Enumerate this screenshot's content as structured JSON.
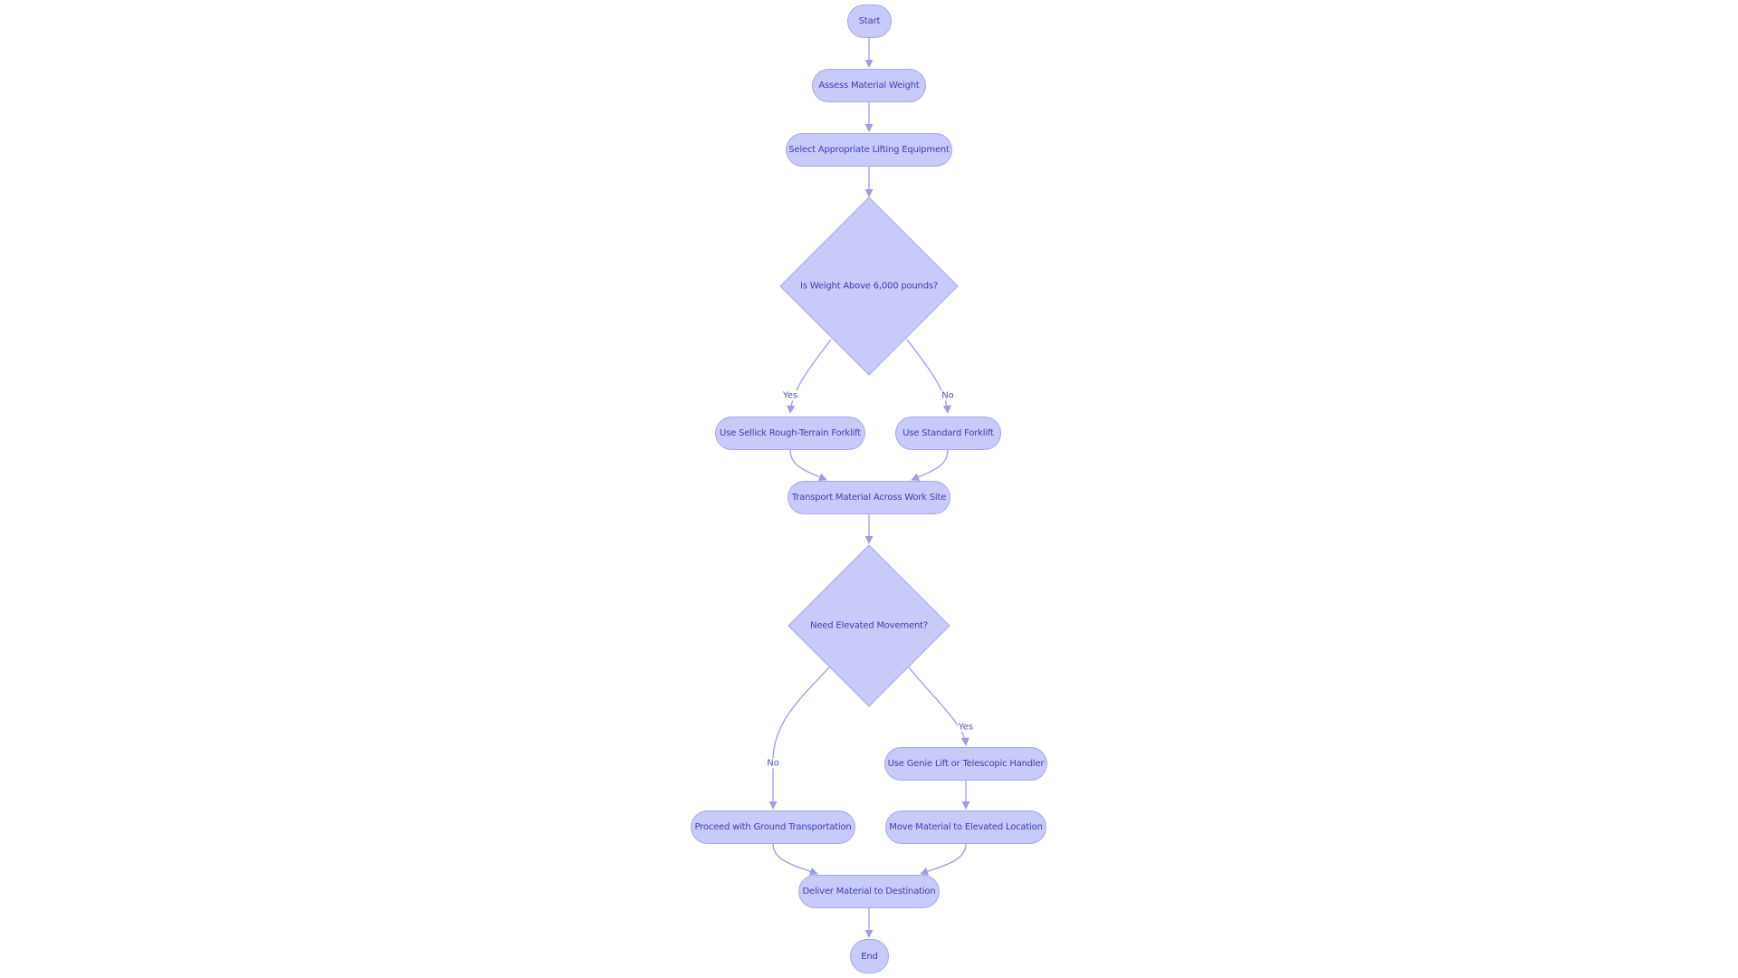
{
  "diagram": {
    "type": "flowchart",
    "colors": {
      "node_fill": "#c8caf9",
      "node_border": "#a4a8e8",
      "node_text": "#3b3fb0",
      "edge": "#9a9ee6",
      "background": "#ffffff"
    },
    "nodes": {
      "start": "Start",
      "assess": "Assess Material Weight",
      "select": "Select Appropriate Lifting Equipment",
      "weight_decision": "Is Weight Above 6,000 pounds?",
      "sellick": "Use Sellick Rough-Terrain Forklift",
      "standard": "Use Standard Forklift",
      "transport": "Transport Material Across Work Site",
      "elevated_decision": "Need Elevated Movement?",
      "genie": "Use Genie Lift or Telescopic Handler",
      "ground": "Proceed with Ground Transportation",
      "move_elevated": "Move Material to Elevated Location",
      "deliver": "Deliver Material to Destination",
      "end": "End"
    },
    "edge_labels": {
      "weight_yes": "Yes",
      "weight_no": "No",
      "elevated_yes": "Yes",
      "elevated_no": "No"
    },
    "edges": [
      {
        "from": "start",
        "to": "assess"
      },
      {
        "from": "assess",
        "to": "select"
      },
      {
        "from": "select",
        "to": "weight_decision"
      },
      {
        "from": "weight_decision",
        "to": "sellick",
        "label": "Yes"
      },
      {
        "from": "weight_decision",
        "to": "standard",
        "label": "No"
      },
      {
        "from": "sellick",
        "to": "transport"
      },
      {
        "from": "standard",
        "to": "transport"
      },
      {
        "from": "transport",
        "to": "elevated_decision"
      },
      {
        "from": "elevated_decision",
        "to": "genie",
        "label": "Yes"
      },
      {
        "from": "elevated_decision",
        "to": "ground",
        "label": "No"
      },
      {
        "from": "genie",
        "to": "move_elevated"
      },
      {
        "from": "ground",
        "to": "deliver"
      },
      {
        "from": "move_elevated",
        "to": "deliver"
      },
      {
        "from": "deliver",
        "to": "end"
      }
    ]
  }
}
